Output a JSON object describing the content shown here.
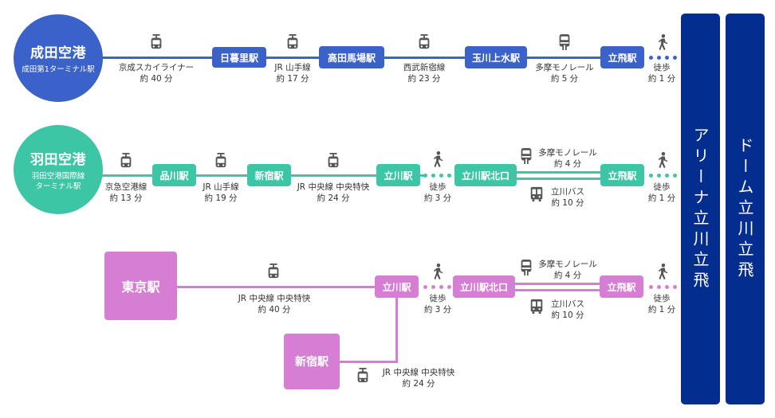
{
  "colors": {
    "narita": "#3a62c8",
    "haneda": "#3cc6a6",
    "tokyo": "#d57ed4",
    "destination": "#032d8e",
    "icon": "#555555"
  },
  "destinations": {
    "arena": "アリーナ立川立飛",
    "dome": "ドーム立川立飛"
  },
  "narita": {
    "origin": {
      "name": "成田空港",
      "sub": "成田第1ターミナル駅"
    },
    "stations": [
      "日暮里駅",
      "高田馬場駅",
      "玉川上水駅",
      "立飛駅"
    ],
    "segments": [
      {
        "icon": "train-icon",
        "line": "京成スカイライナー",
        "time": "約 40 分"
      },
      {
        "icon": "train-icon",
        "line": "JR 山手線",
        "time": "約 17 分"
      },
      {
        "icon": "train-icon",
        "line": "西武新宿線",
        "time": "約 23 分"
      },
      {
        "icon": "monorail-icon",
        "line": "多摩モノレール",
        "time": "約 5 分"
      },
      {
        "icon": "walk-icon",
        "line": "徒歩",
        "time": "約 1 分"
      }
    ]
  },
  "haneda": {
    "origin": {
      "name": "羽田空港",
      "sub1": "羽田空港国際線",
      "sub2": "ターミナル駅"
    },
    "stations": [
      "品川駅",
      "新宿駅",
      "立川駅",
      "立川駅北口",
      "立飛駅"
    ],
    "segments": [
      {
        "icon": "train-icon",
        "line": "京急空港線",
        "time": "約 13 分"
      },
      {
        "icon": "train-icon",
        "line": "JR 山手線",
        "time": "約 19 分"
      },
      {
        "icon": "train-icon",
        "line": "JR 中央線 中央特快",
        "time": "約 24 分"
      },
      {
        "icon": "walk-icon",
        "line": "徒歩",
        "time": "約 3 分"
      },
      {
        "icon": "monorail-icon",
        "line": "多摩モノレール",
        "time": "約 4 分"
      },
      {
        "icon": "bus-icon",
        "line": "立川バス",
        "time": "約 10 分"
      },
      {
        "icon": "walk-icon",
        "line": "徒歩",
        "time": "約 1 分"
      }
    ]
  },
  "tokyo": {
    "origin": {
      "name": "東京駅"
    },
    "branch": {
      "name": "新宿駅"
    },
    "stations": [
      "立川駅",
      "立川駅北口",
      "立飛駅"
    ],
    "segments": [
      {
        "icon": "train-icon",
        "line": "JR 中央線 中央特快",
        "time": "約 40 分"
      },
      {
        "icon": "train-icon",
        "line": "JR 中央線 中央特快",
        "time": "約 24 分"
      },
      {
        "icon": "walk-icon",
        "line": "徒歩",
        "time": "約 3 分"
      },
      {
        "icon": "monorail-icon",
        "line": "多摩モノレール",
        "time": "約 4 分"
      },
      {
        "icon": "bus-icon",
        "line": "立川バス",
        "time": "約 10 分"
      },
      {
        "icon": "walk-icon",
        "line": "徒歩",
        "time": "約 1 分"
      }
    ]
  }
}
